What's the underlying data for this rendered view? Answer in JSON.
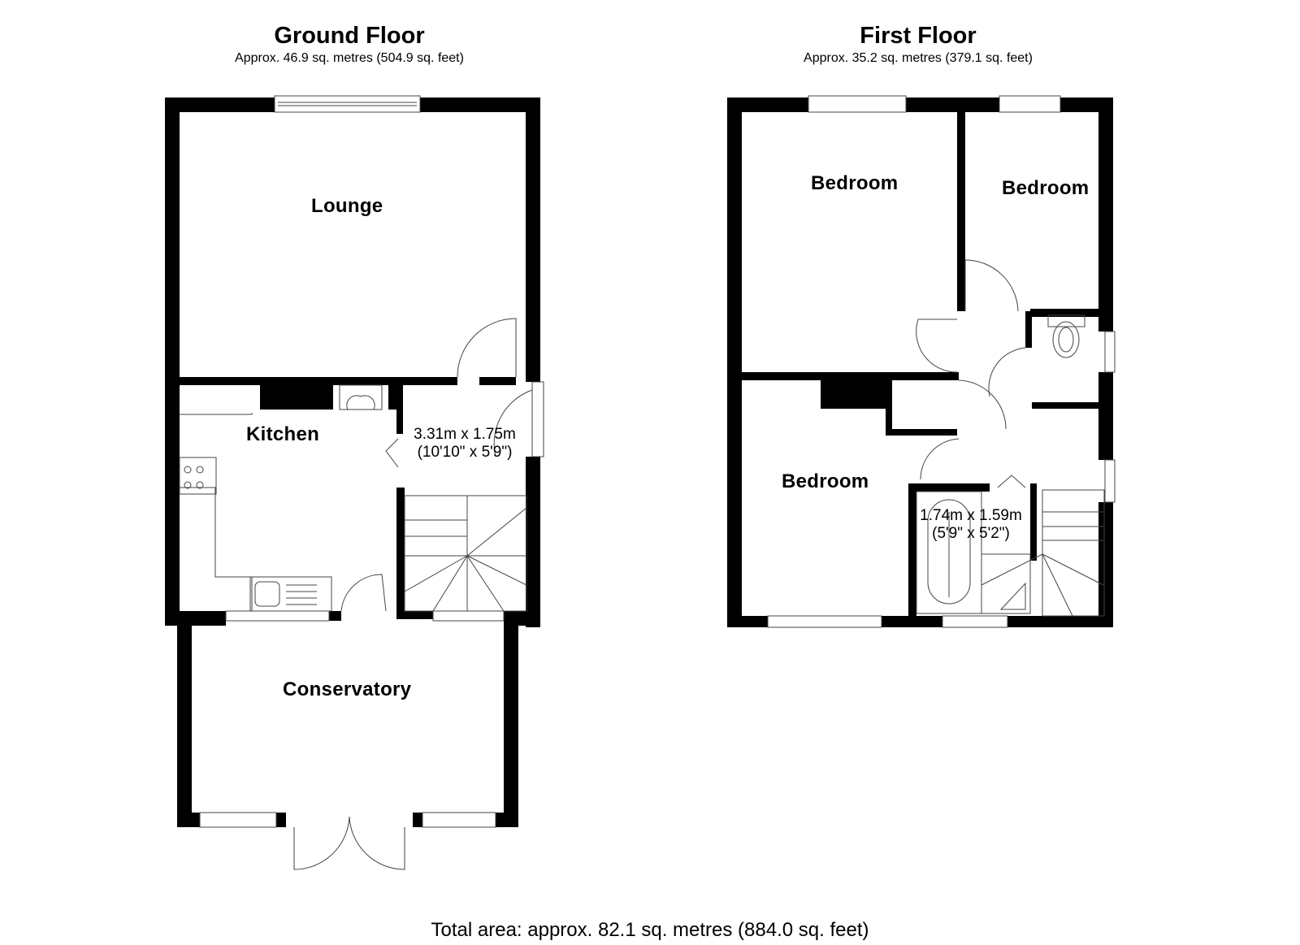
{
  "ground_floor": {
    "title": "Ground Floor",
    "area": "Approx. 46.9 sq. metres (504.9 sq. feet)",
    "rooms": {
      "lounge": "Lounge",
      "kitchen": "Kitchen",
      "conservatory": "Conservatory"
    },
    "hall_dimension": {
      "metric": "3.31m x 1.75m",
      "imperial": "(10'10\" x 5'9\")"
    }
  },
  "first_floor": {
    "title": "First Floor",
    "area": "Approx. 35.2 sq. metres (379.1 sq. feet)",
    "rooms": {
      "bedroom_1": "Bedroom",
      "bedroom_2": "Bedroom",
      "bedroom_3": "Bedroom"
    },
    "bathroom_dimension": {
      "metric": "1.74m x 1.59m",
      "imperial": "(5'9\" x 5'2\")"
    }
  },
  "total_area": "Total area: approx. 82.1 sq. metres (884.0 sq. feet)",
  "colors": {
    "wall": "#000000",
    "background": "#ffffff",
    "line": "#555555"
  }
}
